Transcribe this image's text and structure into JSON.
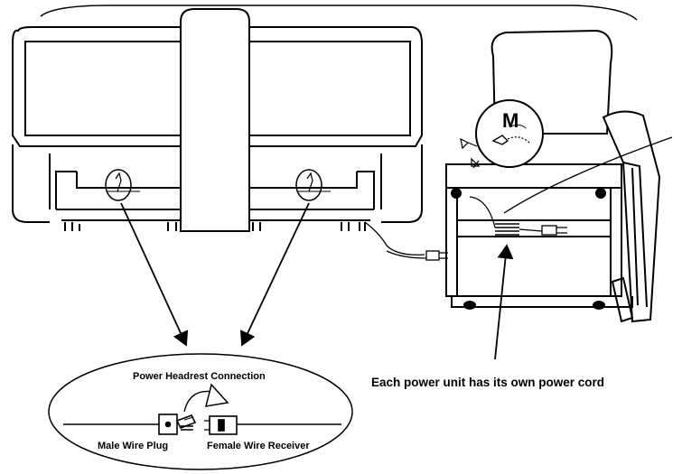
{
  "labels": {
    "power_headrest_connection": "Power Headrest Connection",
    "male_wire_plug": "Male Wire Plug",
    "female_wire_receiver": "Female Wire Receiver",
    "power_cord_note": "Each power unit has its own power cord",
    "detail_letter": "M"
  },
  "colors": {
    "line": "#000000",
    "background": "#ffffff"
  }
}
